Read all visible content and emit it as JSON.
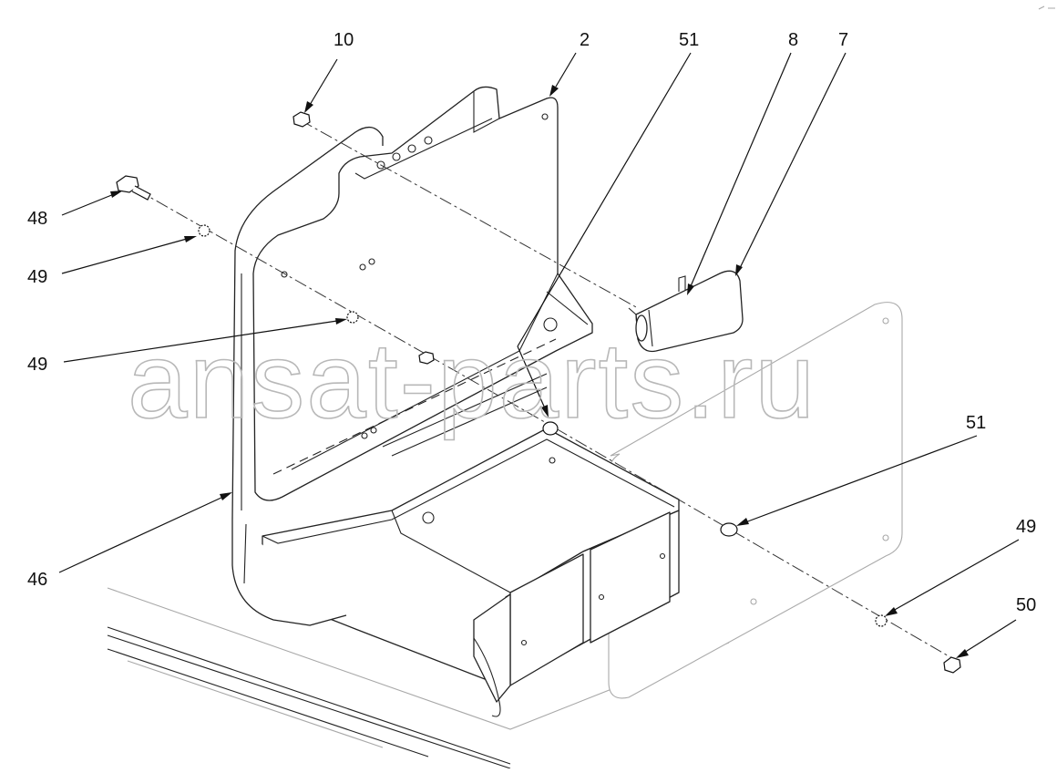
{
  "callouts": [
    {
      "id": "c10",
      "label": "10"
    },
    {
      "id": "c2",
      "label": "2"
    },
    {
      "id": "c51a",
      "label": "51"
    },
    {
      "id": "c8",
      "label": "8"
    },
    {
      "id": "c7",
      "label": "7"
    },
    {
      "id": "c48",
      "label": "48"
    },
    {
      "id": "c49a",
      "label": "49"
    },
    {
      "id": "c49b",
      "label": "49"
    },
    {
      "id": "c51b",
      "label": "51"
    },
    {
      "id": "c49c",
      "label": "49"
    },
    {
      "id": "c50",
      "label": "50"
    },
    {
      "id": "c46",
      "label": "46"
    }
  ],
  "watermark": "ansat-parts.ru"
}
